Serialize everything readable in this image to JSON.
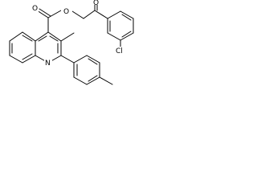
{
  "atoms": {
    "carbonyl_o_ester": "O",
    "ester_o": "O",
    "carbonyl_o_ketone": "O",
    "ring_n": "N",
    "chlorine": "Cl"
  }
}
